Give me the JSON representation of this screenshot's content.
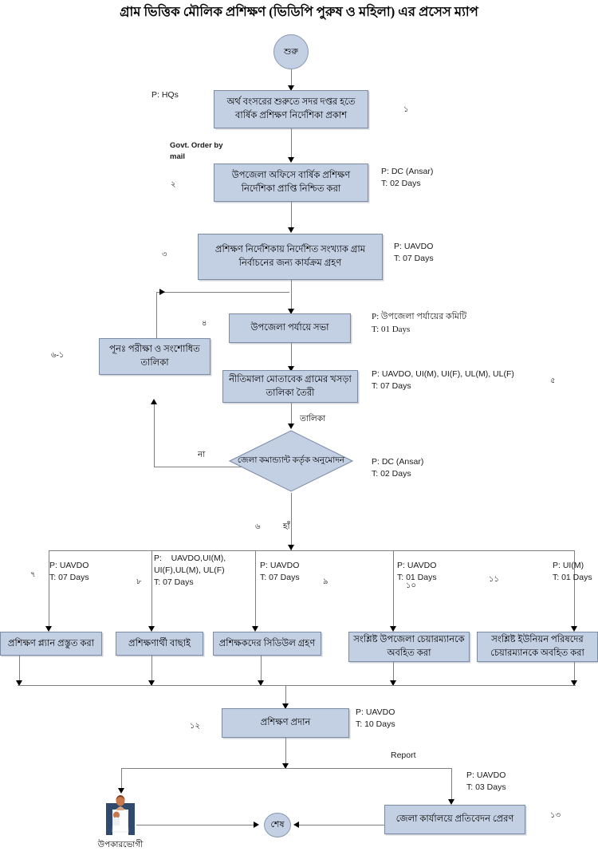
{
  "title": "গ্রাম ভিত্তিক মৌলিক প্রশিক্ষণ (ভিডিপি পুরুষ ও মহিলা) এর প্রসেস ম্যাপ",
  "colors": {
    "box_fill": "#c3cfe2",
    "box_border": "#7b8ca5",
    "connector": "#808080",
    "arrow": "#000000",
    "bene_frame": "#2f4a6d",
    "page_bg": "#ffffff"
  },
  "nodes": {
    "start": {
      "label": "শুরু",
      "type": "terminator"
    },
    "end": {
      "label": "শেষ",
      "type": "terminator"
    },
    "step1": {
      "label": "অর্থ বংসরের শুরুতে সদর দপ্তর হতে বার্ষিক প্রশিক্ষণ নির্দেশিকা প্রকাশ",
      "type": "process"
    },
    "step2": {
      "label": "উপজেলা অফিসে বার্ষিক প্রশিক্ষণ নির্দেশিকা প্রাপ্তি নিশ্চিত করা",
      "type": "process"
    },
    "step3": {
      "label": "প্রশিক্ষণ নির্দেশিকায় নির্দেশিত সংখ্যাক গ্রাম নির্বাচনের জন্য কার্যক্রম গ্রহণ",
      "type": "process"
    },
    "step4": {
      "label": "উপজেলা পর্যায়ে  সভা",
      "type": "process"
    },
    "step5": {
      "label": "নীতিমালা মোতাবেক গ্রামের খসড়া তালিকা তৈরী",
      "type": "process"
    },
    "step6_1": {
      "label": "পূনঃ পরীক্ষা ও সংশোধিত তালিকা",
      "type": "process"
    },
    "decision": {
      "label": "জেলা কমান্ড্যান্ট কর্তৃক অনুমোদন",
      "type": "decision"
    },
    "step7": {
      "label": "প্রশিক্ষণ প্ল্যান প্রস্তুত করা",
      "type": "process"
    },
    "step8": {
      "label": "প্রশিক্ষণার্থী বাছাই",
      "type": "process"
    },
    "step9": {
      "label": "প্রশিক্ষকদের সিডিউল গ্রহণ",
      "type": "process"
    },
    "step10": {
      "label": "সংশ্লিষ্ট উপজেলা চেয়ারম্যানকে অবহিত করা",
      "type": "process"
    },
    "step11": {
      "label": "সংশ্লিষ্ট ইউনিয়ন পরিষদের চেয়ারম্যানকে অবহিত করা",
      "type": "process"
    },
    "step12": {
      "label": "প্রশিক্ষণ প্রদান",
      "type": "process"
    },
    "step13": {
      "label": "জেলা কার্যালয়ে প্রতিবেদন প্রেরণ",
      "type": "process"
    }
  },
  "annotations": {
    "a1_p": "P: HQs",
    "a_govt_order": "Govt. Order by\nmail",
    "a2": "P: DC (Ansar)\nT: 02 Days",
    "a3": "P: UAVDO\nT: 07 Days",
    "a4": "P: উপজেলা পর্যায়ের কমিটি\nT: 01 Days",
    "a5": "P: UAVDO, UI(M), UI(F), UL(M), UL(F)\nT: 07 Days",
    "a6": "P: DC (Ansar)\nT: 02 Days",
    "a7": "P: UAVDO\nT: 07 Days",
    "a8": "P:    UAVDO,UI(M),\nUI(F),UL(M), UL(F)\nT: 07 Days",
    "a9": "P: UAVDO\nT: 07 Days",
    "a10": "P: UAVDO\nT: 01 Days",
    "a11": "P: UI(M)\nT: 01 Days",
    "a12": "P: UAVDO\nT: 10 Days",
    "a13": "P: UAVDO\nT: 03 Days"
  },
  "edge_labels": {
    "talika": "তালিকা",
    "na": "না",
    "ha": "হাঁ",
    "report": "Report"
  },
  "step_numbers": {
    "n1": "১",
    "n2": "২",
    "n3": "৩",
    "n4": "৪",
    "n5": "৫",
    "n6": "৬",
    "n6_1": "৬-১",
    "n7": "৭",
    "n8": "৮",
    "n9": "৯",
    "n10": "১০",
    "n11": "১১",
    "n12": "১২",
    "n13": "১৩"
  },
  "captions": {
    "beneficiary": "উপকারভোগী"
  }
}
